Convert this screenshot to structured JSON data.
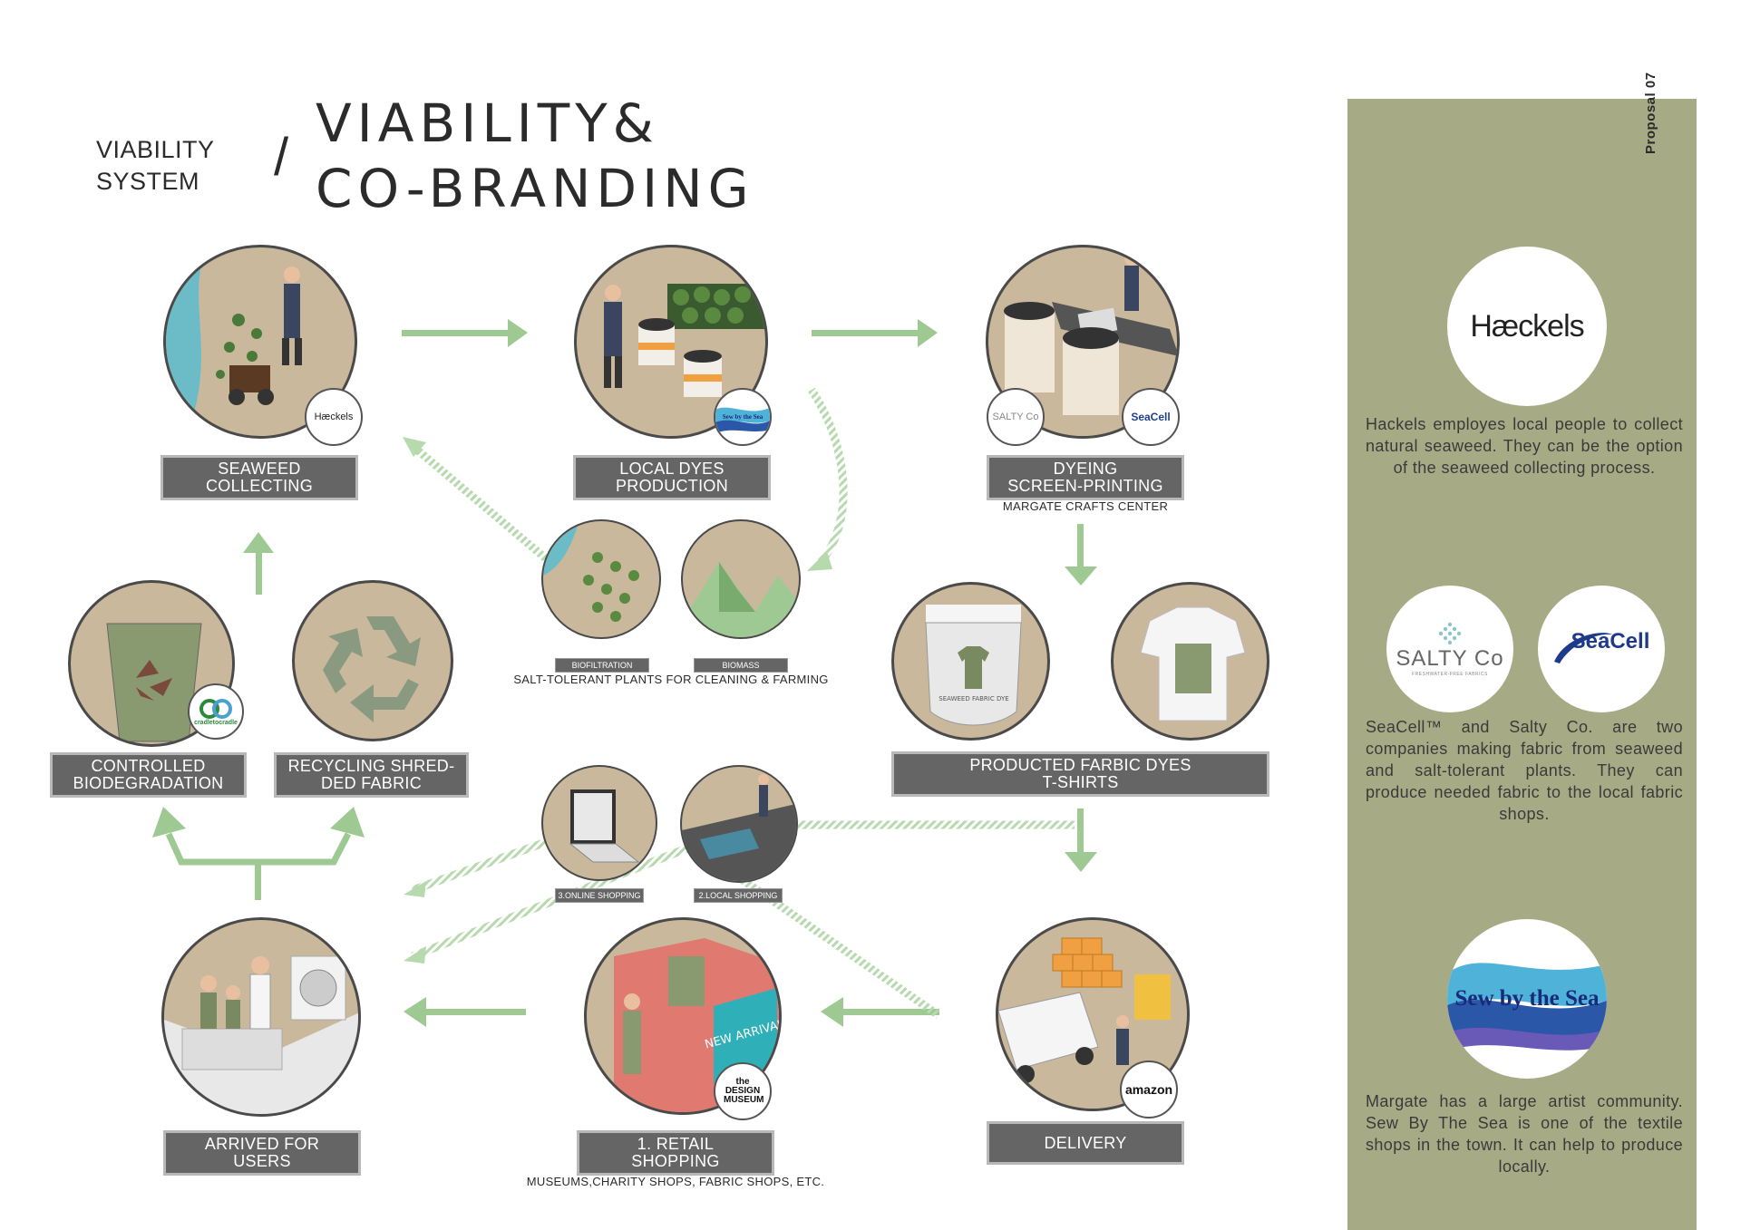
{
  "header": {
    "subtitle_line1": "VIABILITY",
    "subtitle_line2": "SYSTEM",
    "slash": "/",
    "title_line1": "VIABILITY&",
    "title_line2": "CO-BRANDING"
  },
  "proposal": "Proposal 07",
  "steps": {
    "seaweed_collecting": {
      "line1": "SEAWEED",
      "line2": "COLLECTING",
      "badge": "Hæckels"
    },
    "local_dyes": {
      "line1": "LOCAL DYES",
      "line2": "PRODUCTION",
      "badge": "Sew by the Sea"
    },
    "dyeing": {
      "line1": "DYEING",
      "line2": "SCREEN-PRINTING",
      "caption": "MARGATE CRAFTS CENTER",
      "badge1": "SALTY Co",
      "badge2": "SeaCell"
    },
    "producted": {
      "line1": "PRODUCTED FARBIC DYES",
      "line2": "T-SHIRTS",
      "bag_text": "SEAWEED FABRIC DYE"
    },
    "controlled": {
      "line1": "CONTROLLED",
      "line2": "BIODEGRADATION",
      "badge": "cradletocradle"
    },
    "recycling": {
      "line1": "RECYCLING SHRED-",
      "line2": "DED FABRIC"
    },
    "arrived": {
      "line1": "ARRIVED FOR",
      "line2": "USERS"
    },
    "retail": {
      "line1": "1. RETAIL",
      "line2": "SHOPPING",
      "caption": "MUSEUMS,CHARITY SHOPS, FABRIC SHOPS, ETC.",
      "badge": "the DESIGN MUSEUM",
      "sign": "NEW ARRIVAL"
    },
    "delivery": {
      "line1": "DELIVERY",
      "badge": "amazon"
    }
  },
  "plants": {
    "biofiltration": "BIOFILTRATION",
    "biomass": "BIOMASS",
    "caption": "SALT-TOLERANT PLANTS FOR CLEANING & FARMING"
  },
  "shopping": {
    "online": "3.ONLINE SHOPPING",
    "local": "2.LOCAL SHOPPING"
  },
  "panel": {
    "haeckels_logo": "Hæckels",
    "haeckels_text": "Hackels employes local people to collect natural seaweed. They can be the option of the seaweed collecting process.",
    "salty_logo": "SALTY Co",
    "salty_sub": "FRESHWATER-FREE FABRICS",
    "seacell_logo": "SeaCell",
    "seacell_text": "SeaCell™ and Salty Co. are two companies making fabric from seaweed and salt-tolerant plants. They can produce needed fabric to the local fabric shops.",
    "sewbysea_logo": "Sew by the Sea",
    "sewbysea_text": "Margate has a large artist community. Sew By The Sea is one of the textile shops in the town. It can help to produce locally."
  },
  "colors": {
    "panel": "#a7ab85",
    "circle": "#c9b89c",
    "arrow": "#9ec993",
    "label_bg": "#656565"
  }
}
